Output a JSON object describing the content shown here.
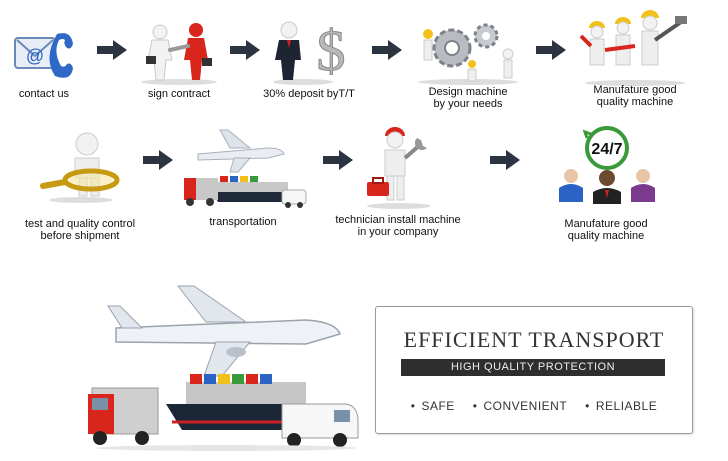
{
  "steps": [
    {
      "label": "contact us",
      "icon": "phone-email-icon"
    },
    {
      "label": "sign contract",
      "icon": "handshake-icon"
    },
    {
      "label": "30% deposit byT/T",
      "icon": "dollar-icon"
    },
    {
      "label": "Design machine\nby your needs",
      "icon": "gears-team-icon"
    },
    {
      "label": "Manufature good\nquality machine",
      "icon": "workers-tools-icon"
    },
    {
      "label": "test and quality control\nbefore shipment",
      "icon": "magnifier-icon"
    },
    {
      "label": "transportation",
      "icon": "plane-truck-ship-icon"
    },
    {
      "label": "technician install machine\nin your company",
      "icon": "technician-wrench-icon"
    },
    {
      "label": "Manufature good\nquality machine",
      "icon": "support-247-icon"
    }
  ],
  "support_badge": "24/7",
  "deposit_symbol": "$",
  "email_symbol": "@",
  "transport_panel": {
    "title": "EFFICIENT TRANSPORT",
    "subtitle": "HIGH QUALITY PROTECTION",
    "features": [
      "SAFE",
      "CONVENIENT",
      "RELIABLE"
    ]
  },
  "colors": {
    "arrow": "#2b3440",
    "accent_red": "#d8261c",
    "helmet_yellow": "#f2c21b",
    "panel_bar": "#2e2e2e"
  }
}
